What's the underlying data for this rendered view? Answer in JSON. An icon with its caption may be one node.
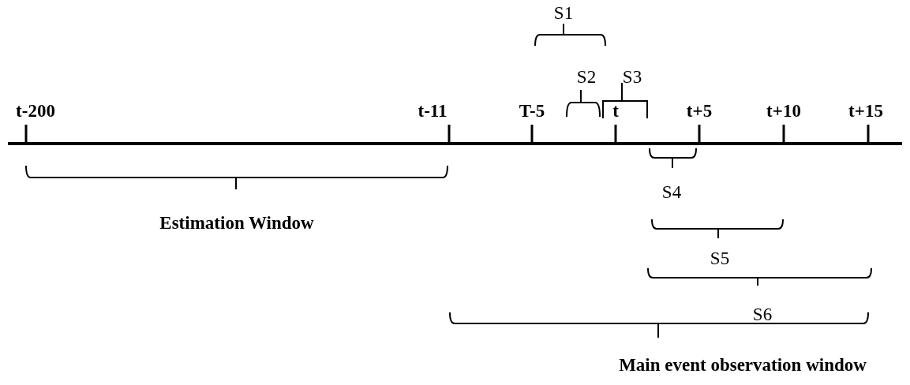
{
  "diagram": {
    "labels": [
      "S1",
      "S2",
      "S3",
      "t-200",
      "t-11",
      "T-5",
      "t",
      "t+5",
      "t+10",
      "t+15",
      "S4",
      "Estimation Window",
      "S5",
      "S6",
      "Main event observation window"
    ]
  }
}
